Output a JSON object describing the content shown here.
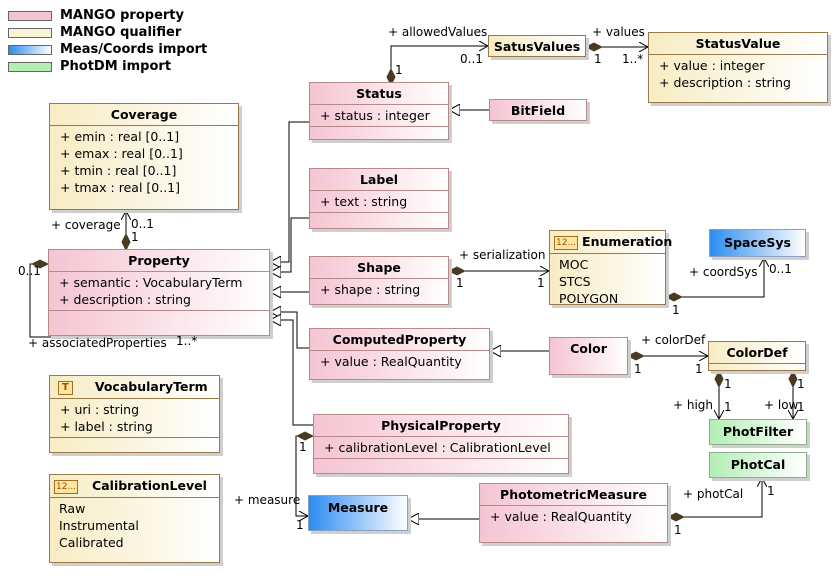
{
  "legend": [
    {
      "label": "MANGO property",
      "color": "#f5c4d2"
    },
    {
      "label": "MANGO qualifier",
      "color": "#fbf3d5"
    },
    {
      "label": "Meas/Coords import",
      "color": "#2c8cf0"
    },
    {
      "label": "PhotDM import",
      "color": "#b3eeb5"
    }
  ],
  "classes": {
    "coverage": {
      "name": "Coverage",
      "attrs": [
        "+ emin : real [0..1]",
        "+ emax : real [0..1]",
        "+ tmin : real [0..1]",
        "+ tmax : real [0..1]"
      ]
    },
    "property": {
      "name": "Property",
      "attrs": [
        "+ semantic : VocabularyTerm",
        "+ description : string"
      ]
    },
    "vocabulary_term": {
      "name": "VocabularyTerm",
      "stereotype": "T",
      "attrs": [
        "+ uri : string",
        "+ label : string"
      ]
    },
    "calibration_level": {
      "name": "CalibrationLevel",
      "stereotype": "12...",
      "attrs": [
        "Raw",
        "Instrumental",
        "Calibrated"
      ]
    },
    "status": {
      "name": "Status",
      "attrs": [
        "+ status : integer"
      ]
    },
    "label": {
      "name": "Label",
      "attrs": [
        "+ text : string"
      ]
    },
    "shape": {
      "name": "Shape",
      "attrs": [
        "+ shape : string"
      ]
    },
    "computed_property": {
      "name": "ComputedProperty",
      "attrs": [
        "+ value : RealQuantity"
      ]
    },
    "physical_property": {
      "name": "PhysicalProperty",
      "attrs": [
        "+ calibrationLevel : CalibrationLevel"
      ]
    },
    "satus_values": {
      "name": "SatusValues"
    },
    "status_value": {
      "name": "StatusValue",
      "attrs": [
        "+ value : integer",
        "+ description : string"
      ]
    },
    "bitfield": {
      "name": "BitField"
    },
    "enumeration": {
      "name": "Enumeration",
      "stereotype": "12...",
      "attrs": [
        "MOC",
        "STCS",
        "POLYGON"
      ]
    },
    "spacesys": {
      "name": "SpaceSys"
    },
    "color": {
      "name": "Color"
    },
    "colordef": {
      "name": "ColorDef"
    },
    "photfilter": {
      "name": "PhotFilter"
    },
    "photcal": {
      "name": "PhotCal"
    },
    "measure": {
      "name": "Measure"
    },
    "photometric_measure": {
      "name": "PhotometricMeasure",
      "attrs": [
        "+ value : RealQuantity"
      ]
    }
  },
  "labels": {
    "allowed_values": "+ allowedValues",
    "allowed_values_mult": "0..1",
    "status_mult": "1",
    "values": "+ values",
    "values_mult_src": "1",
    "values_mult_dst": "1..*",
    "coverage_role": "+ coverage",
    "coverage_mult_top": "0..1",
    "coverage_mult_bottom": "1",
    "assoc_mult_left": "0..1",
    "assoc_role": "+ associatedProperties",
    "assoc_mult_right": "1..*",
    "serialization": "+ serialization",
    "serialization_src": "1",
    "serialization_dst": "1",
    "coordsys": "+ coordSys",
    "coordsys_mult": "0..1",
    "coordsys_src": "1",
    "colordef_role": "+ colorDef",
    "colordef_src": "1",
    "colordef_dst": "1",
    "high_role": "+ high",
    "high_src": "1",
    "high_dst": "1",
    "low_role": "+ low",
    "low_src": "1",
    "low_dst": "1",
    "measure_role": "+ measure",
    "measure_src": "1",
    "measure_dst": "1",
    "photcal_role": "+ photCal",
    "photcal_dst": "1",
    "photcal_src": "1"
  }
}
